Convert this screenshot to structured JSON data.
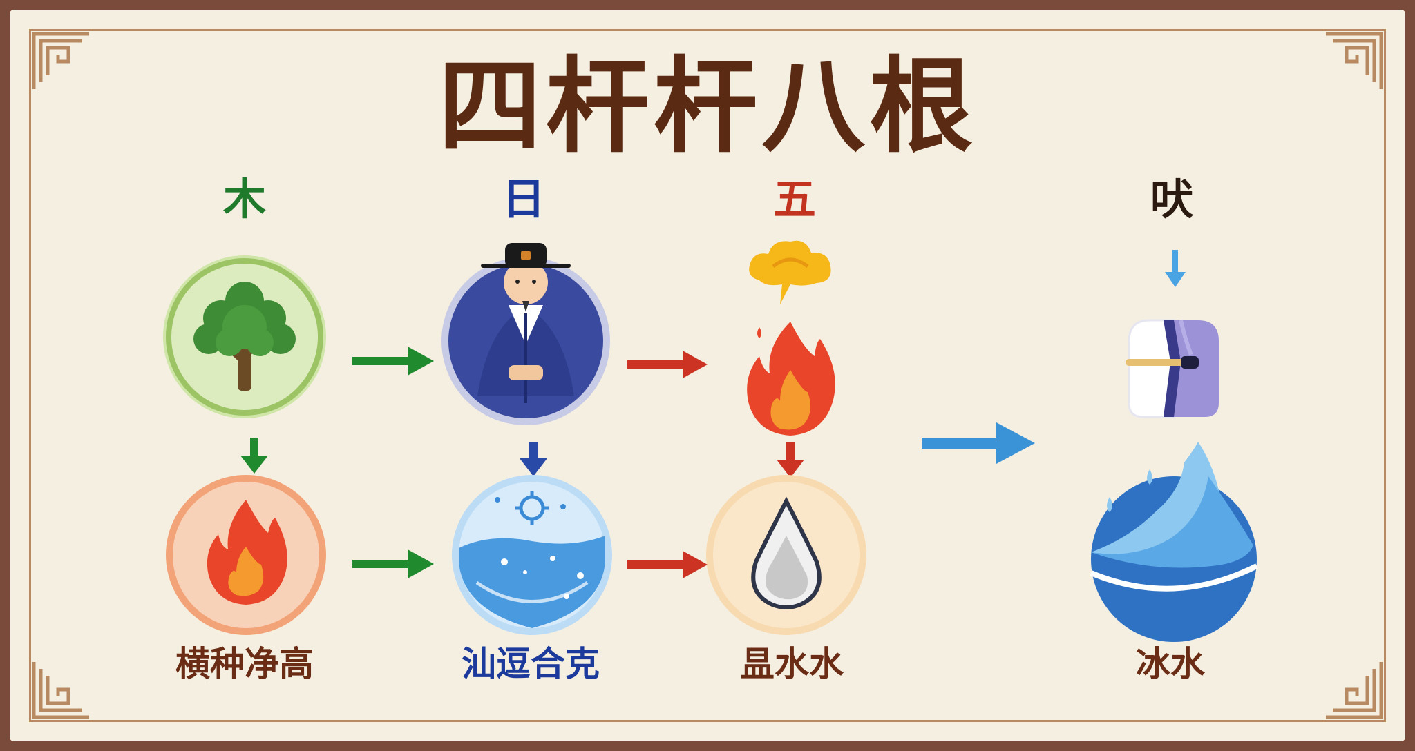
{
  "title": "四杆杆八根",
  "columns": [
    {
      "header": "木",
      "header_color": "#1f7a2c",
      "bottom_label": "横种净高",
      "label_color": "#6a2c14"
    },
    {
      "header": "日",
      "header_color": "#1c3a9c",
      "bottom_label": "汕逗合克",
      "label_color": "#1c3a9c"
    },
    {
      "header": "五",
      "header_color": "#c23420",
      "bottom_label": "昷水水",
      "label_color": "#6a2c14"
    },
    {
      "header": "吠",
      "header_color": "#2a1a10",
      "bottom_label": "冰水",
      "label_color": "#6a2c14"
    }
  ],
  "icons": {
    "top": [
      "tree-icon",
      "scholar-figure-icon",
      "flame-icon",
      "robe-icon"
    ],
    "bottom": [
      "flame-icon",
      "water-bowl-icon",
      "water-drop-icon",
      "water-wave-icon"
    ],
    "extra": [
      "cloud-icon"
    ]
  },
  "colors": {
    "green_arrow": "#1f8a2e",
    "red_arrow": "#cc3322",
    "blue_arrow": "#2a4aa8",
    "light_blue_arrow": "#3a93d6",
    "frame_border": "#b88a62"
  }
}
